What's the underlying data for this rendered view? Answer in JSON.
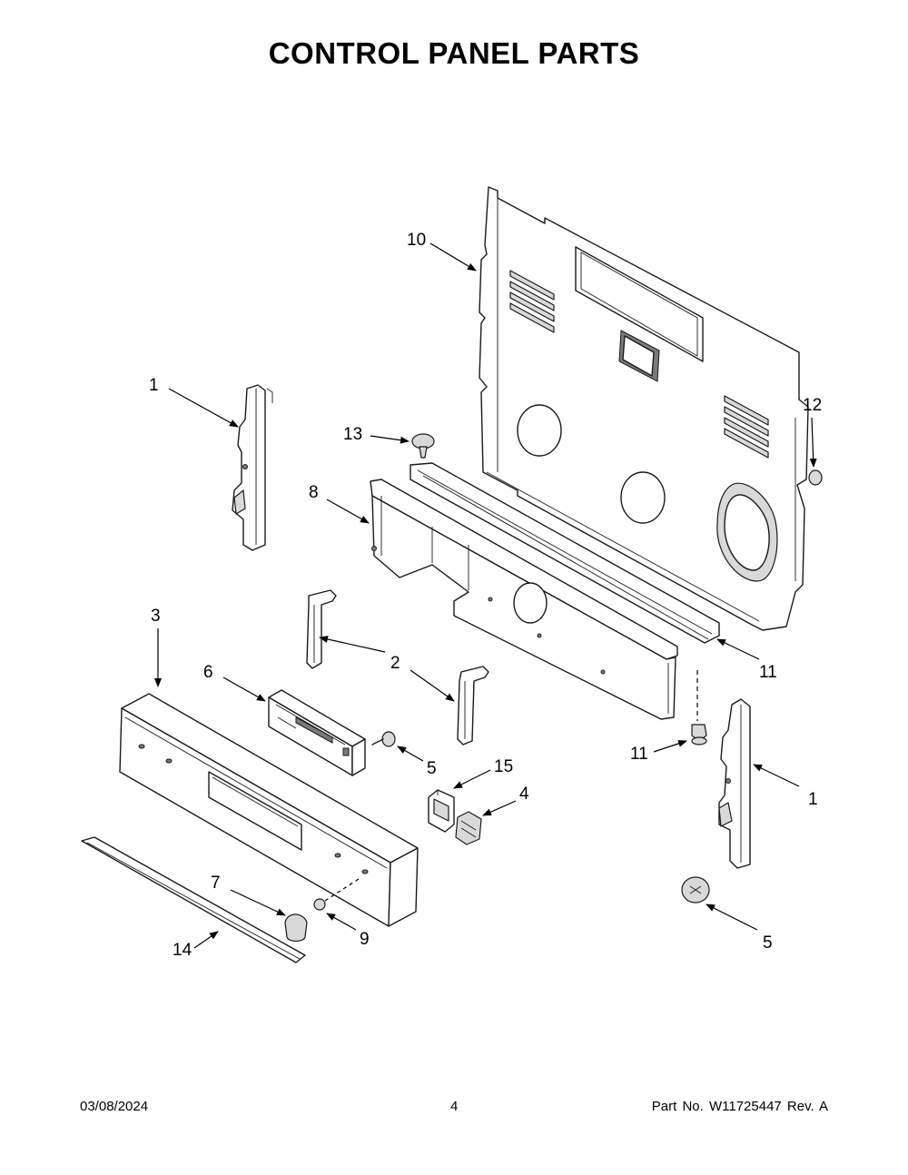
{
  "title": "CONTROL PANEL PARTS",
  "callouts": {
    "c1a": "1",
    "c1b": "1",
    "c2": "2",
    "c3": "3",
    "c4": "4",
    "c5a": "5",
    "c5b": "5",
    "c6": "6",
    "c7": "7",
    "c8": "8",
    "c9": "9",
    "c10": "10",
    "c11a": "11",
    "c11b": "11",
    "c12": "12",
    "c13": "13",
    "c14": "14",
    "c15": "15"
  },
  "footer": {
    "date": "03/08/2024",
    "page": "4",
    "part": "Part No.  W11725447  Rev.  A"
  }
}
